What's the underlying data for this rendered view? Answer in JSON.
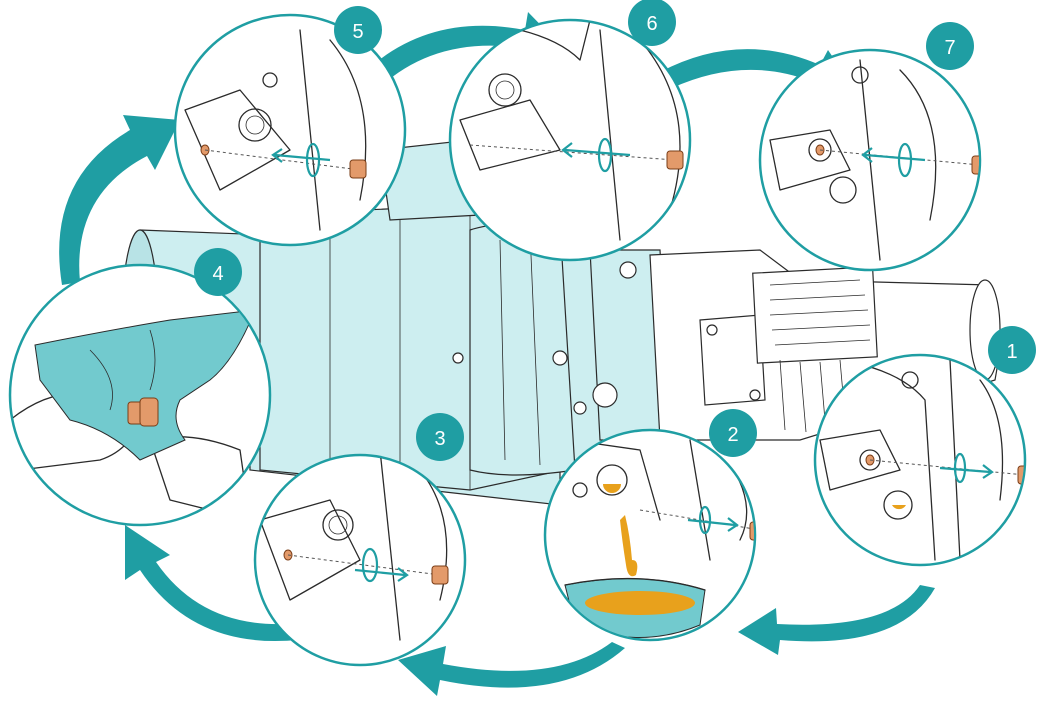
{
  "steps": [
    {
      "label": "1"
    },
    {
      "label": "2"
    },
    {
      "label": "3"
    },
    {
      "label": "4"
    },
    {
      "label": "5"
    },
    {
      "label": "6"
    },
    {
      "label": "7"
    }
  ],
  "colors": {
    "accent": "#1f9ea3",
    "pump_body": "#cdeef0",
    "plug": "#e39a6a",
    "oil": "#e8a11c",
    "cloth": "#72cace"
  },
  "icons": [
    "drain-plug-icon",
    "rotation-arrow-icon",
    "flow-arrow-icon",
    "oil-pan-icon",
    "cloth-icon"
  ]
}
